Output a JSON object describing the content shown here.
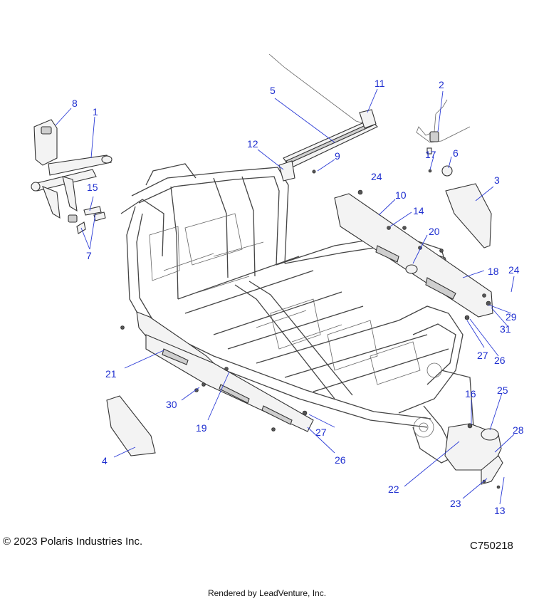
{
  "callouts": [
    "1",
    "2",
    "3",
    "4",
    "5",
    "6",
    "7",
    "7",
    "8",
    "9",
    "10",
    "11",
    "12",
    "13",
    "14",
    "15",
    "16",
    "17",
    "18",
    "19",
    "20",
    "21",
    "22",
    "23",
    "24",
    "24",
    "25",
    "26",
    "26",
    "27",
    "27",
    "28",
    "29",
    "30",
    "31"
  ],
  "footer": {
    "copyright": "© 2023 Polaris Industries Inc.",
    "diagram_code": "C750218",
    "rendered_by": "Rendered by LeadVenture, Inc."
  }
}
